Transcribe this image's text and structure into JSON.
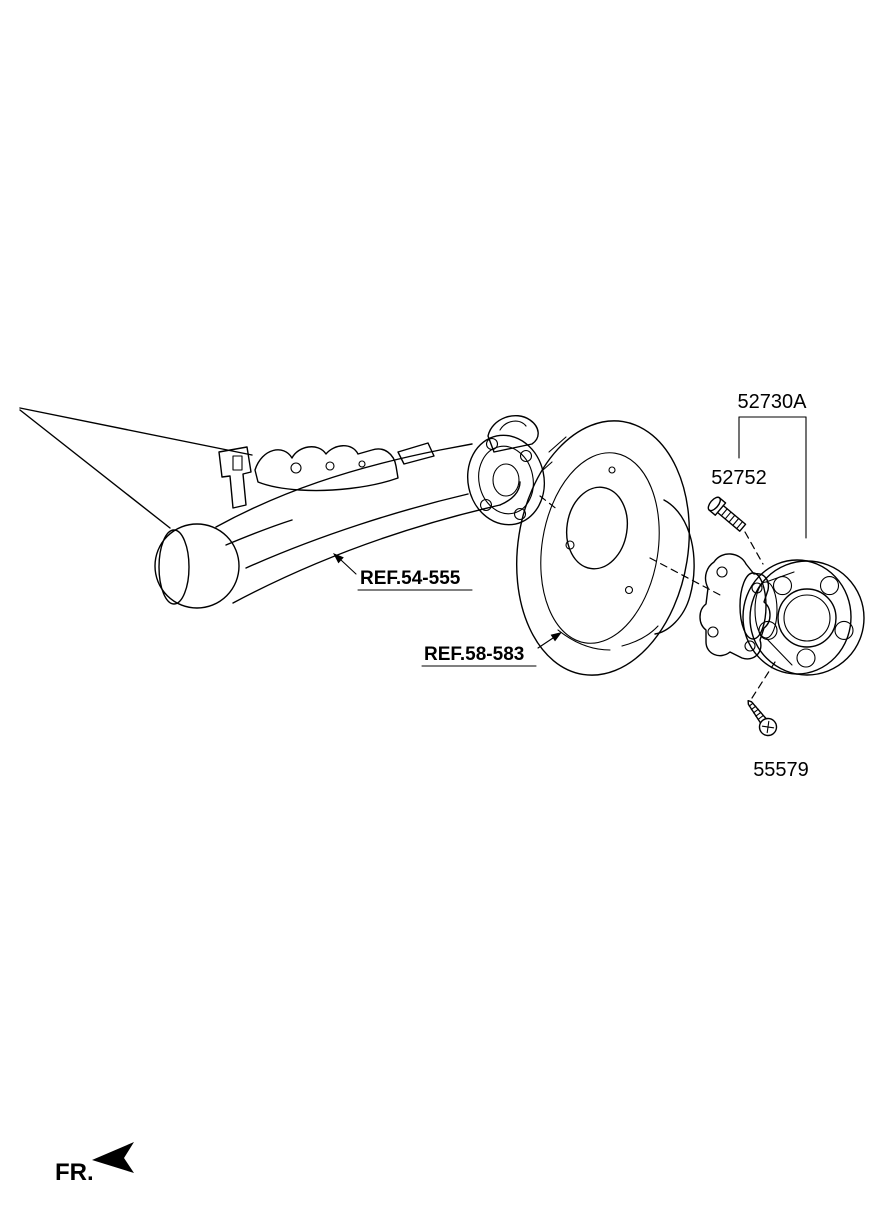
{
  "diagram": {
    "kind": "automotive-parts-diagram",
    "background_color": "#ffffff",
    "line_color": "#000000",
    "parts": {
      "hub_assembly_label": "52730A",
      "hub_bolt_label": "52752",
      "hub_screw_label": "55579"
    },
    "references": {
      "axle_ref": "REF.54-555",
      "backing_plate_ref": "REF.58-583"
    },
    "orientation": {
      "front_label": "FR."
    }
  }
}
